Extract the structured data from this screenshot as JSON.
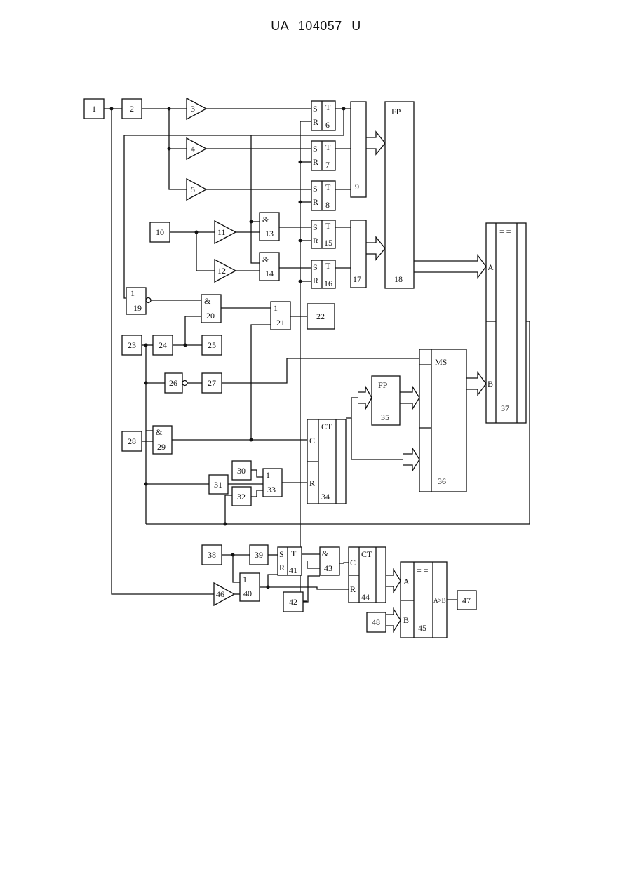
{
  "header": {
    "doc_id": "UA   104057   U"
  },
  "labels": {
    "n1": "1",
    "n2": "2",
    "n3": "3",
    "n4": "4",
    "n5": "5",
    "n6": "6",
    "n7": "7",
    "n8": "8",
    "n9": "9",
    "n10": "10",
    "n11": "11",
    "n12": "12",
    "n13": "13",
    "n14": "14",
    "n15": "15",
    "n16": "16",
    "n17": "17",
    "n18": "18",
    "n19": "19",
    "n20": "20",
    "n21": "21",
    "n22": "22",
    "n23": "23",
    "n24": "24",
    "n25": "25",
    "n26": "26",
    "n27": "27",
    "n28": "28",
    "n29": "29",
    "n30": "30",
    "n31": "31",
    "n32": "32",
    "n33": "33",
    "n34": "34",
    "n35": "35",
    "n36": "36",
    "n37": "37",
    "n38": "38",
    "n39": "39",
    "n40": "40",
    "n41": "41",
    "n42": "42",
    "n43": "43",
    "n44": "44",
    "n45": "45",
    "n46": "46",
    "n47": "47",
    "n48": "48"
  },
  "symbols": {
    "s": "S",
    "r": "R",
    "t": "T",
    "and": "&",
    "or": "1",
    "fp": "FP",
    "ms": "MS",
    "ct": "CT",
    "eq": "= =",
    "a": "A",
    "b": "B",
    "c": "C",
    "gt": "A>B"
  }
}
